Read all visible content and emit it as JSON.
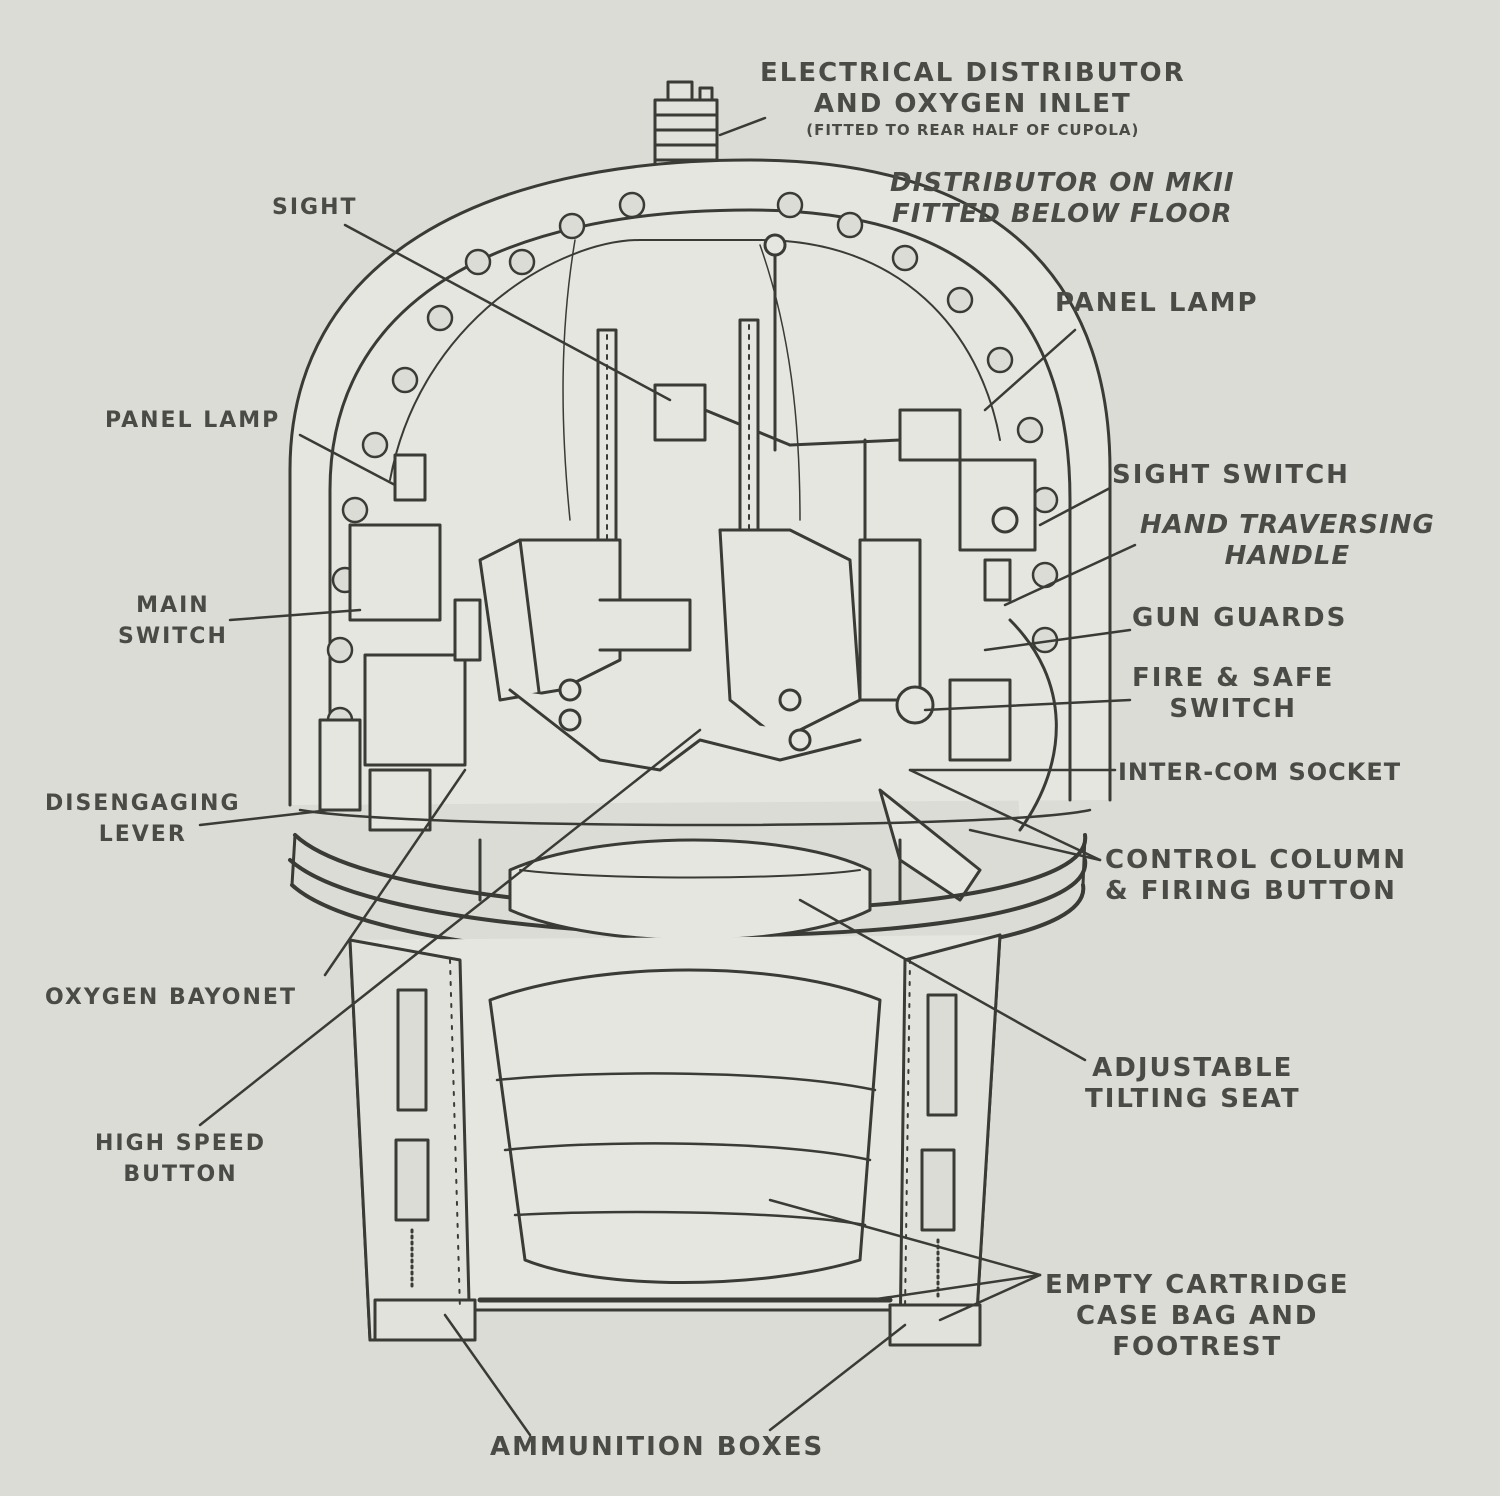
{
  "colors": {
    "background": "#dcdcd6",
    "ink": "#4a4a46",
    "line": "#3a3a36"
  },
  "labels": {
    "electrical_distributor": {
      "line1": "ELECTRICAL DISTRIBUTOR",
      "line2": "AND OXYGEN INLET",
      "note": "(FITTED TO REAR HALF OF CUPOLA)"
    },
    "distributor_mkii": {
      "line1": "DISTRIBUTOR ON MKII",
      "line2": "FITTED BELOW FLOOR"
    },
    "sight": "SIGHT",
    "panel_lamp_right": "PANEL LAMP",
    "panel_lamp_left": "PANEL LAMP",
    "sight_switch": "SIGHT SWITCH",
    "hand_traversing_handle": {
      "line1": "HAND TRAVERSING",
      "line2": "HANDLE"
    },
    "main_switch": {
      "line1": "MAIN",
      "line2": "SWITCH"
    },
    "gun_guards": "GUN GUARDS",
    "fire_safe_switch": {
      "line1": "FIRE & SAFE",
      "line2": "SWITCH"
    },
    "inter_com_socket": "INTER-COM SOCKET",
    "disengaging_lever": {
      "line1": "DISENGAGING",
      "line2": "LEVER"
    },
    "control_column": {
      "line1": "CONTROL COLUMN",
      "line2": "& FIRING BUTTON"
    },
    "oxygen_bayonet": "OXYGEN BAYONET",
    "adjustable_seat": {
      "line1": "ADJUSTABLE",
      "line2": "TILTING SEAT"
    },
    "high_speed_button": {
      "line1": "HIGH SPEED",
      "line2": "BUTTON"
    },
    "empty_cartridge": {
      "line1": "EMPTY CARTRIDGE",
      "line2": "CASE BAG AND",
      "line3": "FOOTREST"
    },
    "ammunition_boxes": "AMMUNITION BOXES"
  }
}
